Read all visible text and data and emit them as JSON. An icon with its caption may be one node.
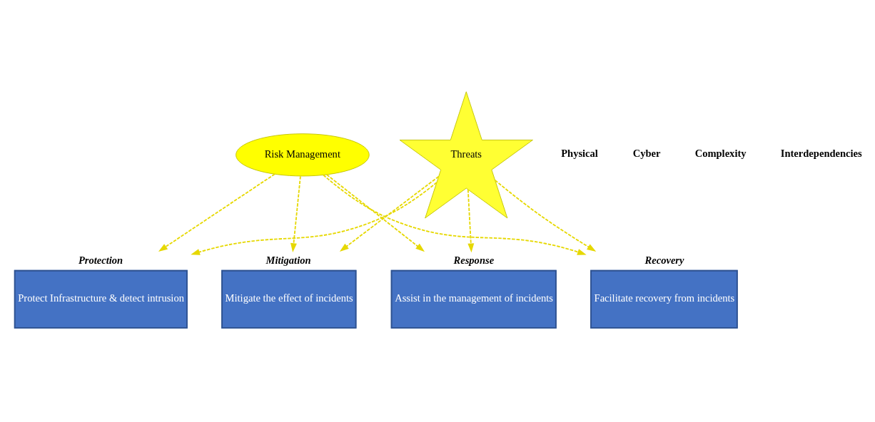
{
  "diagram": {
    "nodes": [
      {
        "text": [
          "Protection",
          "Protect Infrastructure & detect intrusion"
        ]
      },
      {
        "text": [
          "Mitigation",
          "Mitigate the effect of incidents"
        ]
      },
      {
        "text": [
          "Response",
          "Assist in the management of incidents"
        ]
      },
      {
        "text": [
          "Recovery",
          "Facilitate recovery from incidents"
        ]
      },
      {
        "text": [
          "Risk Management"
        ]
      },
      {
        "text": [
          "Threats"
        ]
      }
    ],
    "edges": [
      {
        "from": 5,
        "to": 0,
        "arrow": "to",
        "style": "dashed"
      },
      {
        "from": 5,
        "to": 1,
        "arrow": "to",
        "style": "dashed"
      },
      {
        "from": 5,
        "to": 2,
        "arrow": "to",
        "style": "dashed"
      },
      {
        "from": 5,
        "to": 3,
        "arrow": "to",
        "style": "dashed"
      },
      {
        "from": 4,
        "to": 0,
        "arrow": "to",
        "style": "dashed"
      },
      {
        "from": 4,
        "to": 1,
        "arrow": "to",
        "style": "dashed"
      },
      {
        "from": 4,
        "to": 2,
        "arrow": "to",
        "style": "dashed"
      },
      {
        "from": 4,
        "to": 3,
        "arrow": "to",
        "style": "dashed"
      }
    ],
    "labels": [
      "Physical",
      "Cyber",
      "Complexity",
      "Interdependencies"
    ]
  }
}
